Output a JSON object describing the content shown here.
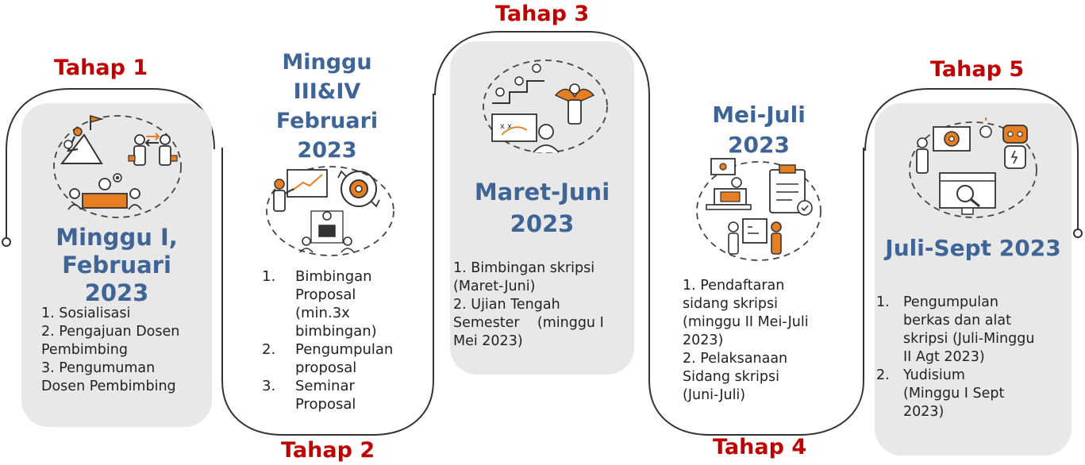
{
  "colors": {
    "stage": "#c00000",
    "period": "#3e6596",
    "panel": "#e8e8e8",
    "text": "#222222",
    "line": "#333333"
  },
  "stages": [
    {
      "label": "Tahap 1",
      "period": [
        "Minggu I,",
        "Februari",
        "2023"
      ],
      "icon": "teamwork-mentoring-icon",
      "steps": [
        {
          "num": "",
          "lines": [
            "1. Sosialisasi"
          ]
        },
        {
          "num": "",
          "lines": [
            "2. Pengajuan Dosen",
            "Pembimbing"
          ]
        },
        {
          "num": "",
          "lines": [
            "3. Pengumuman",
            "Dosen Pembimbing"
          ]
        }
      ]
    },
    {
      "label": "Tahap 2",
      "period": [
        "Minggu",
        "III&IV",
        "Februari",
        "2023"
      ],
      "icon": "proposal-process-icon",
      "steps": [
        {
          "num": "1.",
          "lines": [
            "Bimbingan",
            "Proposal",
            "(min.3x",
            "bimbingan)"
          ]
        },
        {
          "num": "2.",
          "lines": [
            "Pengumpulan",
            "proposal"
          ]
        },
        {
          "num": "3.",
          "lines": [
            "Seminar",
            "Proposal"
          ]
        }
      ]
    },
    {
      "label": "Tahap 3",
      "period": [
        "Maret-Juni",
        "2023"
      ],
      "icon": "strategy-career-icon",
      "steps": [
        {
          "num": "",
          "lines": [
            "1. Bimbingan skripsi",
            "(Maret-Juni)"
          ]
        },
        {
          "num": "",
          "lines": [
            "2. Ujian Tengah",
            "Semester    (minggu I",
            "Mei 2023)"
          ]
        }
      ]
    },
    {
      "label": "Tahap 4",
      "period": [
        "Mei-Juli",
        "2023"
      ],
      "icon": "presentation-checklist-icon",
      "steps": [
        {
          "num": "",
          "lines": [
            "1. Pendaftaran",
            "sidang skripsi",
            "(minggu II Mei-Juli",
            "2023)"
          ]
        },
        {
          "num": "",
          "lines": [
            "2. Pelaksanaan",
            "Sidang skripsi",
            "(Juni-Juli)"
          ]
        }
      ]
    },
    {
      "label": "Tahap 5",
      "period": [
        "Juli-Sept 2023"
      ],
      "icon": "technology-analysis-icon",
      "steps": [
        {
          "num": "1.",
          "lines": [
            "Pengumpulan",
            "berkas dan alat",
            "skripsi (Juli-Minggu",
            "II Agt 2023)"
          ]
        },
        {
          "num": "2.",
          "lines": [
            "Yudisium",
            "(Minggu I Sept",
            "2023)"
          ]
        }
      ]
    }
  ]
}
